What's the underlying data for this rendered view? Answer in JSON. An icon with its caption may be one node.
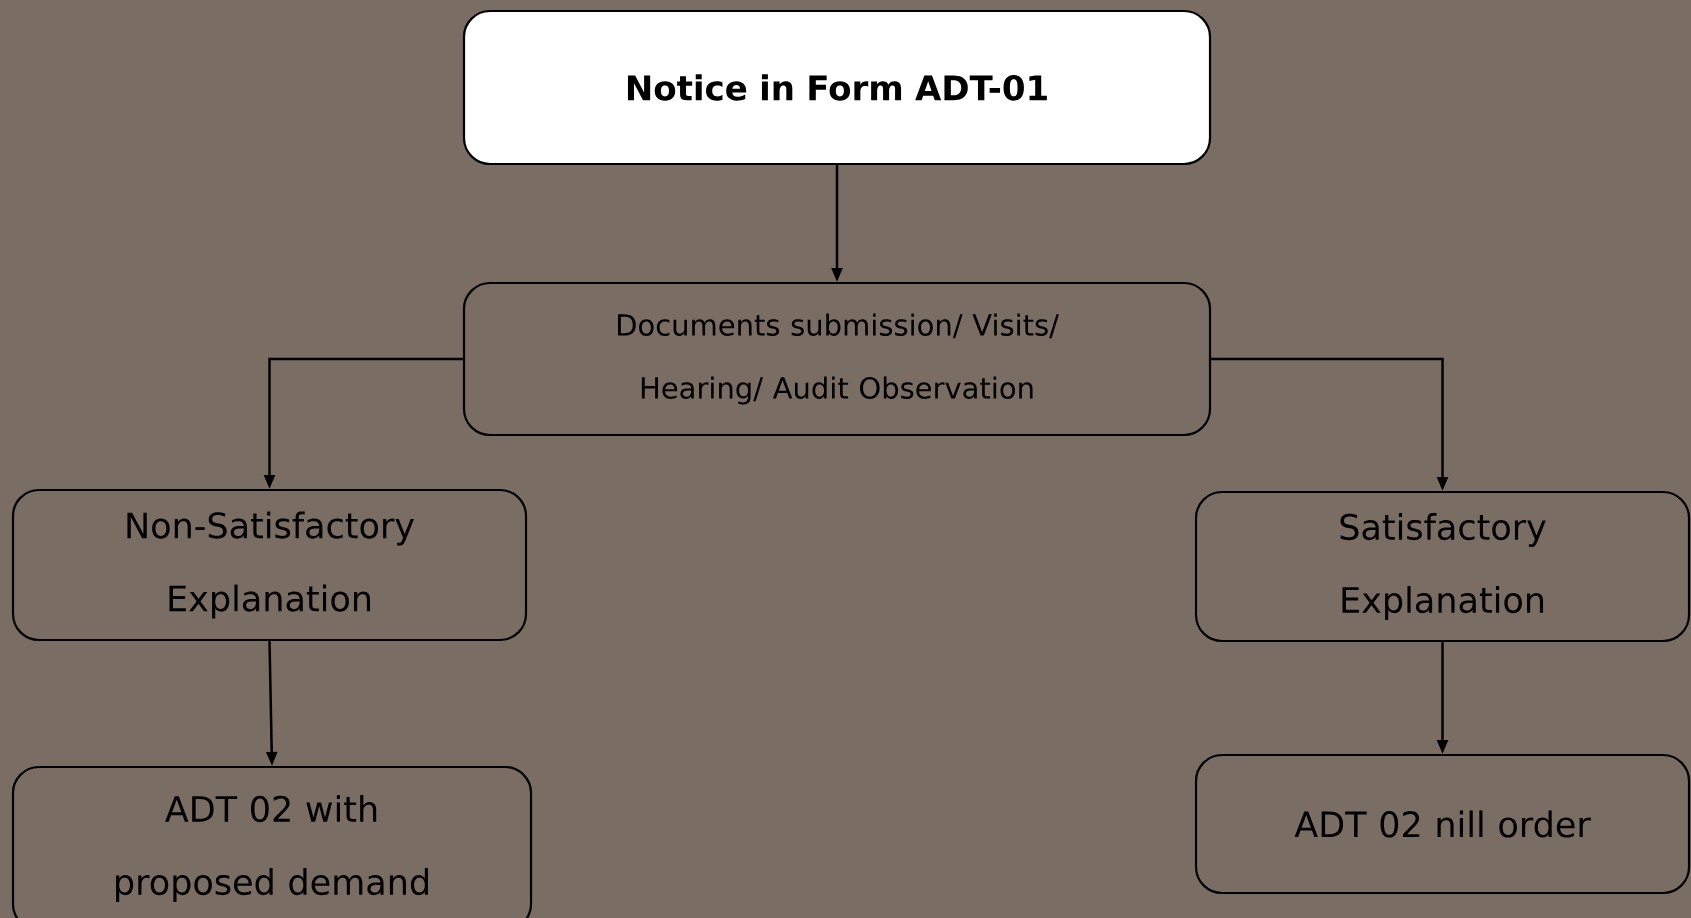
{
  "diagram": {
    "nodes": [
      {
        "text": [
          "Notice in Form ADT-01"
        ]
      },
      {
        "text": [
          "Documents submission/ Visits/ Hearing/ Audit Observation"
        ]
      },
      {
        "text": [
          "Non-Satisfactory Explanation"
        ]
      },
      {
        "text": [
          "Satisfactory Explanation"
        ]
      },
      {
        "text": [
          "ADT 02 with proposed demand"
        ]
      },
      {
        "text": [
          "ADT 02 nill order"
        ]
      }
    ],
    "edges": [
      {
        "from": 0,
        "to": 1,
        "arrow": "to"
      },
      {
        "from": 1,
        "to": 2,
        "arrow": "to"
      },
      {
        "from": 1,
        "to": 3,
        "arrow": "to"
      },
      {
        "from": 2,
        "to": 4,
        "arrow": "to"
      },
      {
        "from": 3,
        "to": 5,
        "arrow": "to"
      }
    ]
  }
}
